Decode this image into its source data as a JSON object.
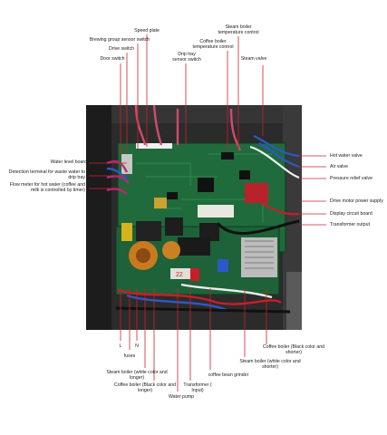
{
  "labels": {
    "speed_plate": "Speed plate",
    "brewing_group_sensor_switch": "Brewing group sensor switch",
    "drive_switch": "Drive switch",
    "door_switch": "Door switch",
    "steam_boiler_temp_control": "Steam boiler temperature control",
    "coffee_boiler_temp_control": "Coffee boiler temperature control",
    "drip_tray_sensor_switch": "Drip tray sensor switch",
    "steam_valve": "Steam valve",
    "water_level_board": "Water level board",
    "detection_terminal": "Detection terminal for waste water to drip tray",
    "flow_meter": "Flow meter for hot water (coffee and milk is controlled by timer)",
    "hot_water_valve": "Hot water valve",
    "air_valve": "Air valve",
    "pressure_relief_valve": "Pressure relief valve",
    "drive_motor_power_supply": "Drive motor power supply",
    "display_circuit_board": "Display circuit board",
    "transformer_output": "Transformer output",
    "terminal_l": "L",
    "terminal_n": "N",
    "fuses": "fuses",
    "steam_boiler_white_longer": "Steam boiler (white color and longer)",
    "coffee_boiler_black_longer": "Coffee boiler (Black color and longer)",
    "water_pump": "Water pump",
    "transformer_input": "Transformer ( Input)",
    "coffee_bean_grinder": "coffee bean grinder",
    "steam_boiler_white_shorter": "Steam boiler (white color and shorter)",
    "coffee_boiler_black_shorter": "Coffee boiler (Black color and shorter)"
  },
  "board_markings": {
    "terminal_stamp": "22"
  },
  "colors": {
    "pcb_green": "#1f6b3c",
    "pcb_dark": "#164d2b",
    "leader_line": "#d0202a",
    "chassis": "#2a2a2a",
    "wire_red": "#c81e28",
    "wire_blue": "#2c58c9",
    "wire_white": "#eeeeee"
  }
}
